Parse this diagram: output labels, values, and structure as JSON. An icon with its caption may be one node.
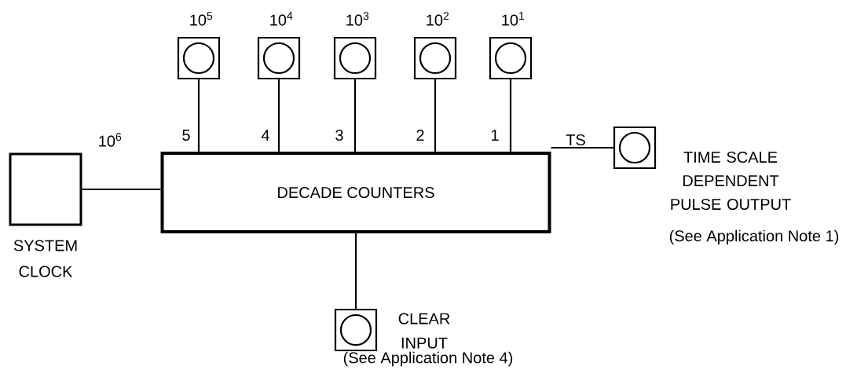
{
  "diagram": {
    "nodes": [
      {
        "text": [
          "SYSTEM CLOCK"
        ]
      },
      {
        "text": [
          "DECADE COUNTERS"
        ]
      },
      {
        "text": [
          "10$^{5}$"
        ]
      },
      {
        "text": [
          "10$^{4}$"
        ]
      },
      {
        "text": [
          "10$^{3}$"
        ]
      },
      {
        "text": [
          "10$^{2}$"
        ]
      },
      {
        "text": [
          "10$^{1}$"
        ]
      },
      {
        "text": [
          "TIME SCALE DEPENDENT PULSE OUTPUT",
          "(See Application Note 1)"
        ]
      },
      {
        "text": [
          "CLEAR INPUT",
          "(See Application Note 4)"
        ]
      }
    ],
    "edges": [
      {
        "from": 0,
        "to": 1,
        "arrow": "none",
        "label": "10$^{6}$"
      },
      {
        "from": 1,
        "to": 2,
        "arrow": "none",
        "label": "5"
      },
      {
        "from": 1,
        "to": 3,
        "arrow": "none",
        "label": "4"
      },
      {
        "from": 1,
        "to": 4,
        "arrow": "none",
        "label": "3"
      },
      {
        "from": 1,
        "to": 5,
        "arrow": "none",
        "label": "2"
      },
      {
        "from": 1,
        "to": 6,
        "arrow": "none",
        "label": "1"
      },
      {
        "from": 1,
        "to": 7,
        "arrow": "none",
        "label": "TS"
      },
      {
        "from": 1,
        "to": 8,
        "arrow": "none"
      }
    ]
  }
}
